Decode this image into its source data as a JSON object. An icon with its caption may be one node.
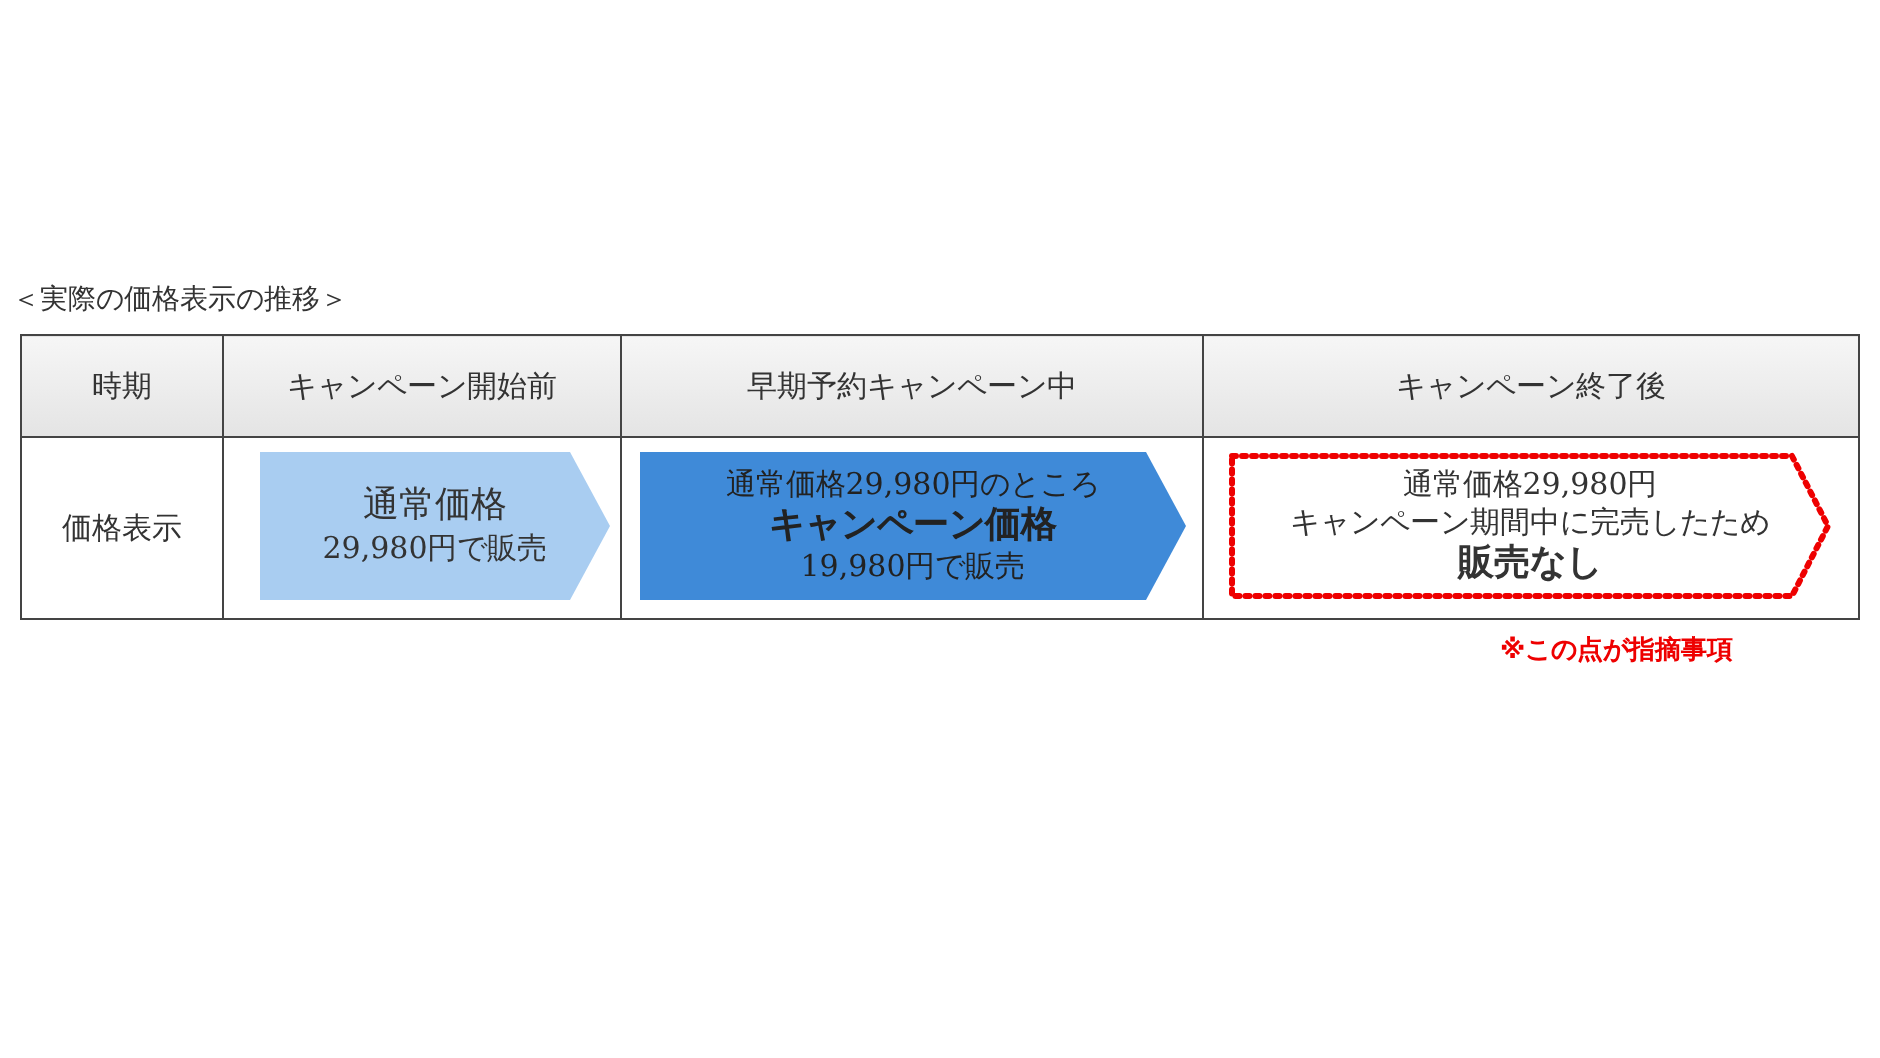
{
  "diagram": {
    "title": "＜実際の価格表示の推移＞",
    "nodes": [
      {
        "text": [
          "通常価格",
          "29,980円で販売"
        ]
      },
      {
        "text": [
          "通常価格29,980円のところ",
          "キャンペーン価格",
          "19,980円で販売"
        ]
      },
      {
        "text": [
          "通常価格29,980円",
          "キャンペーン期間中に完売したため",
          "販売なし"
        ]
      }
    ],
    "labels": [
      "時期",
      "キャンペーン開始前",
      "早期予約キャンペーン中",
      "キャンペーン終了後",
      "価格表示",
      "※この点が指摘事項"
    ]
  }
}
